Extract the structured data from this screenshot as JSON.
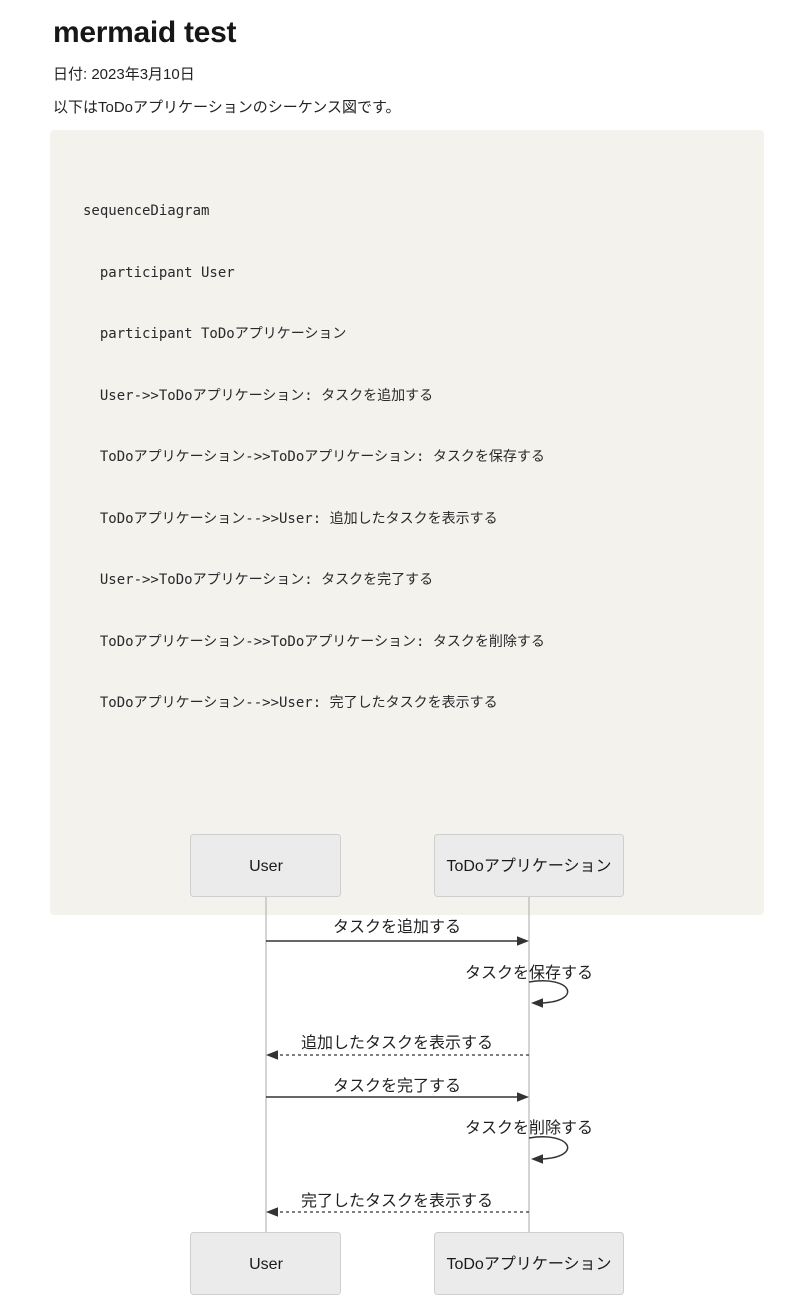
{
  "page": {
    "title": "mermaid test",
    "date": "日付: 2023年3月10日",
    "description": "以下はToDoアプリケーションのシーケンス図です。"
  },
  "code": {
    "lines": [
      "sequenceDiagram",
      "  participant User",
      "  participant ToDoアプリケーション",
      "  User->>ToDoアプリケーション: タスクを追加する",
      "  ToDoアプリケーション->>ToDoアプリケーション: タスクを保存する",
      "  ToDoアプリケーション-->>User: 追加したタスクを表示する",
      "  User->>ToDoアプリケーション: タスクを完了する",
      "  ToDoアプリケーション->>ToDoアプリケーション: タスクを削除する",
      "  ToDoアプリケーション-->>User: 完了したタスクを表示する"
    ]
  },
  "diagram": {
    "type": "sequence",
    "participants": [
      "User",
      "ToDoアプリケーション"
    ],
    "messages": [
      {
        "from": "User",
        "to": "ToDoアプリケーション",
        "label": "タスクを追加する",
        "style": "solid"
      },
      {
        "from": "ToDoアプリケーション",
        "to": "ToDoアプリケーション",
        "label": "タスクを保存する",
        "style": "self-loop"
      },
      {
        "from": "ToDoアプリケーション",
        "to": "User",
        "label": "追加したタスクを表示する",
        "style": "dashed"
      },
      {
        "from": "User",
        "to": "ToDoアプリケーション",
        "label": "タスクを完了する",
        "style": "solid"
      },
      {
        "from": "ToDoアプリケーション",
        "to": "ToDoアプリケーション",
        "label": "タスクを削除する",
        "style": "self-loop"
      },
      {
        "from": "ToDoアプリケーション",
        "to": "User",
        "label": "完了したタスクを表示する",
        "style": "dashed"
      }
    ]
  },
  "colors": {
    "page_bg": "#ffffff",
    "panel_bg": "#f4f2ed",
    "actor_fill": "#ebebeb",
    "actor_border": "#cfcfcf",
    "message_line": "#333333",
    "lifeline": "#a9a9a9",
    "text": "#1f1f1f"
  }
}
